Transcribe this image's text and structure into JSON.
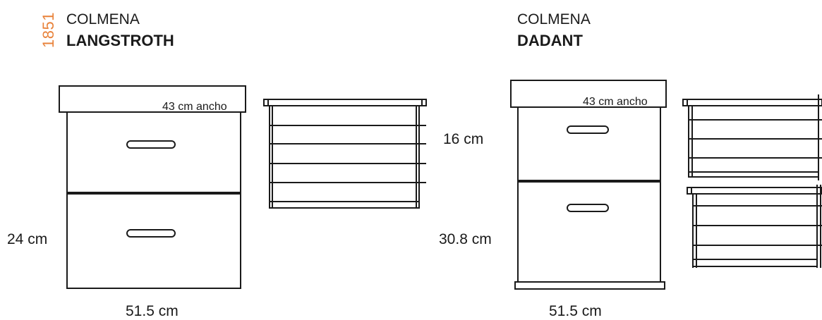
{
  "langstroth": {
    "year": "1851",
    "kicker": "COLMENA",
    "name": "LANGSTROTH",
    "width_label": "43 cm ancho",
    "height_label": "24 cm",
    "base_label": "51.5 cm"
  },
  "dadant": {
    "kicker": "COLMENA",
    "name": "DADANT",
    "width_label": "43 cm ancho",
    "super_height_label": "16 cm",
    "body_height_label": "30.8 cm",
    "base_label": "51.5 cm"
  },
  "colors": {
    "accent": "#e8823a",
    "line": "#1a1a1a"
  }
}
